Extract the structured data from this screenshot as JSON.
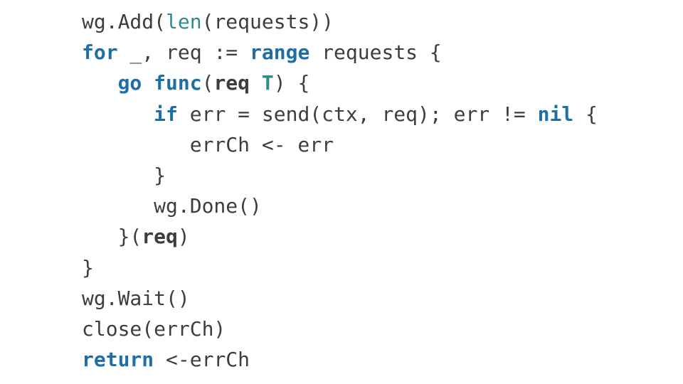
{
  "page": {
    "background": "#ffffff",
    "kind": "code-snippet-slide"
  },
  "colors": {
    "text": "#3d3d3d",
    "keyword_blue": "#1e6fa5",
    "builtin_teal": "#2e8b8d",
    "background": "#ffffff"
  },
  "code": {
    "language": "go",
    "lines": [
      {
        "segments": [
          {
            "t": "wg.Add(",
            "s": "plain"
          },
          {
            "t": "len",
            "s": "builtin"
          },
          {
            "t": "(requests))",
            "s": "plain"
          }
        ]
      },
      {
        "segments": [
          {
            "t": "for",
            "s": "kw"
          },
          {
            "t": " _, req := ",
            "s": "plain"
          },
          {
            "t": "range",
            "s": "kw"
          },
          {
            "t": " requests {",
            "s": "plain"
          }
        ]
      },
      {
        "segments": [
          {
            "t": "   ",
            "s": "plain"
          },
          {
            "t": "go",
            "s": "kw"
          },
          {
            "t": " ",
            "s": "plain"
          },
          {
            "t": "func",
            "s": "kw"
          },
          {
            "t": "(",
            "s": "plain"
          },
          {
            "t": "req",
            "s": "b"
          },
          {
            "t": " ",
            "s": "plain"
          },
          {
            "t": "T",
            "s": "type"
          },
          {
            "t": ") {",
            "s": "plain"
          }
        ]
      },
      {
        "segments": [
          {
            "t": "      ",
            "s": "plain"
          },
          {
            "t": "if",
            "s": "kw"
          },
          {
            "t": " err = send(ctx, req); err != ",
            "s": "plain"
          },
          {
            "t": "nil",
            "s": "kw"
          },
          {
            "t": " {",
            "s": "plain"
          }
        ]
      },
      {
        "segments": [
          {
            "t": "         errCh <- err",
            "s": "plain"
          }
        ]
      },
      {
        "segments": [
          {
            "t": "      }",
            "s": "plain"
          }
        ]
      },
      {
        "segments": [
          {
            "t": "      wg.Done()",
            "s": "plain"
          }
        ]
      },
      {
        "segments": [
          {
            "t": "   }(",
            "s": "plain"
          },
          {
            "t": "req",
            "s": "b"
          },
          {
            "t": ")",
            "s": "plain"
          }
        ]
      },
      {
        "segments": [
          {
            "t": "}",
            "s": "plain"
          }
        ]
      },
      {
        "segments": [
          {
            "t": "wg.Wait()",
            "s": "plain"
          }
        ]
      },
      {
        "segments": [
          {
            "t": "close(errCh)",
            "s": "plain"
          }
        ]
      },
      {
        "segments": [
          {
            "t": "return",
            "s": "kw"
          },
          {
            "t": " <-errCh",
            "s": "plain"
          }
        ]
      }
    ]
  }
}
